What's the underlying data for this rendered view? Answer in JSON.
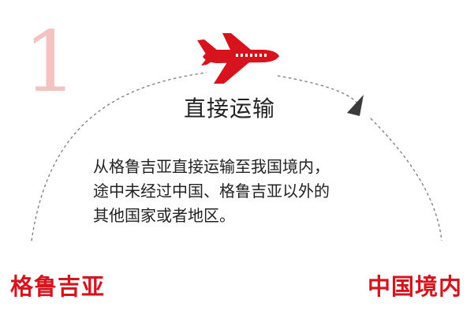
{
  "step_number": "1",
  "route_title": "直接运输",
  "description_lines": [
    "从格鲁吉亚直接运输至我国境内，",
    "途中未经过中国、格鲁吉亚以外的",
    "其他国家或者地区。"
  ],
  "origin_label": "格鲁吉亚",
  "destination_label": "中国境内",
  "icons": {
    "plane": "airplane-icon",
    "arrow": "arrowhead-icon"
  },
  "colors": {
    "accent_red": "#d7131d",
    "number_pink": "#f5c2c2",
    "text_dark": "#222222",
    "dashed_line": "#7a7a7a",
    "arrow_dark": "#3a3a3a"
  }
}
